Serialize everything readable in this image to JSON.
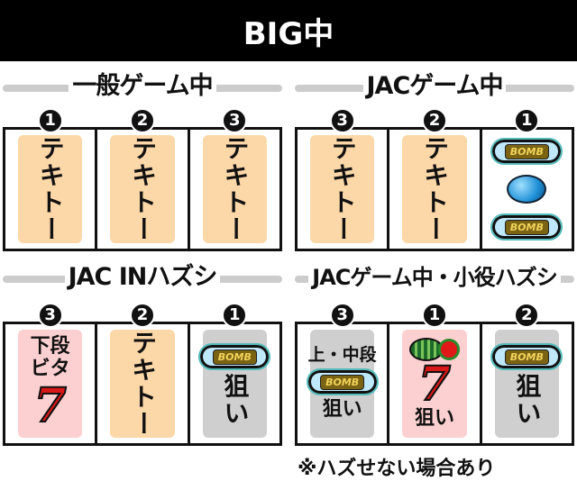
{
  "header": {
    "title": "BIG中"
  },
  "panels": [
    {
      "title": "一般ゲーム中",
      "reels": [
        {
          "num": "1",
          "text": "テキトー"
        },
        {
          "num": "2",
          "text": "テキトー"
        },
        {
          "num": "3",
          "text": "テキトー"
        }
      ]
    },
    {
      "title": "JACゲーム中",
      "reels": [
        {
          "num": "3",
          "text": "テキトー"
        },
        {
          "num": "2",
          "text": "テキトー"
        },
        {
          "num": "1",
          "symbols": [
            "BOMB",
            "bomb-ball",
            "BOMB"
          ]
        }
      ]
    },
    {
      "title": "JAC INハズシ",
      "reels": [
        {
          "num": "3",
          "text": "下段ビタ",
          "symbol": "7"
        },
        {
          "num": "2",
          "text": "テキトー"
        },
        {
          "num": "1",
          "bomb": "BOMB",
          "text": "狙い"
        }
      ]
    },
    {
      "title": "JACゲーム中・小役ハズシ",
      "reels": [
        {
          "num": "3",
          "label": "上・中段",
          "bomb": "BOMB",
          "text": "狙い"
        },
        {
          "num": "1",
          "symbols": [
            "watermelon",
            "7"
          ],
          "text": "狙い"
        },
        {
          "num": "2",
          "bomb": "BOMB",
          "text": "狙い"
        }
      ]
    }
  ],
  "note": "※ハズせない場合あり",
  "colors": {
    "orange": "#fcd7a8",
    "pink": "#fcd0d0",
    "gray": "#cfcfcf",
    "seven": "#d81818"
  }
}
